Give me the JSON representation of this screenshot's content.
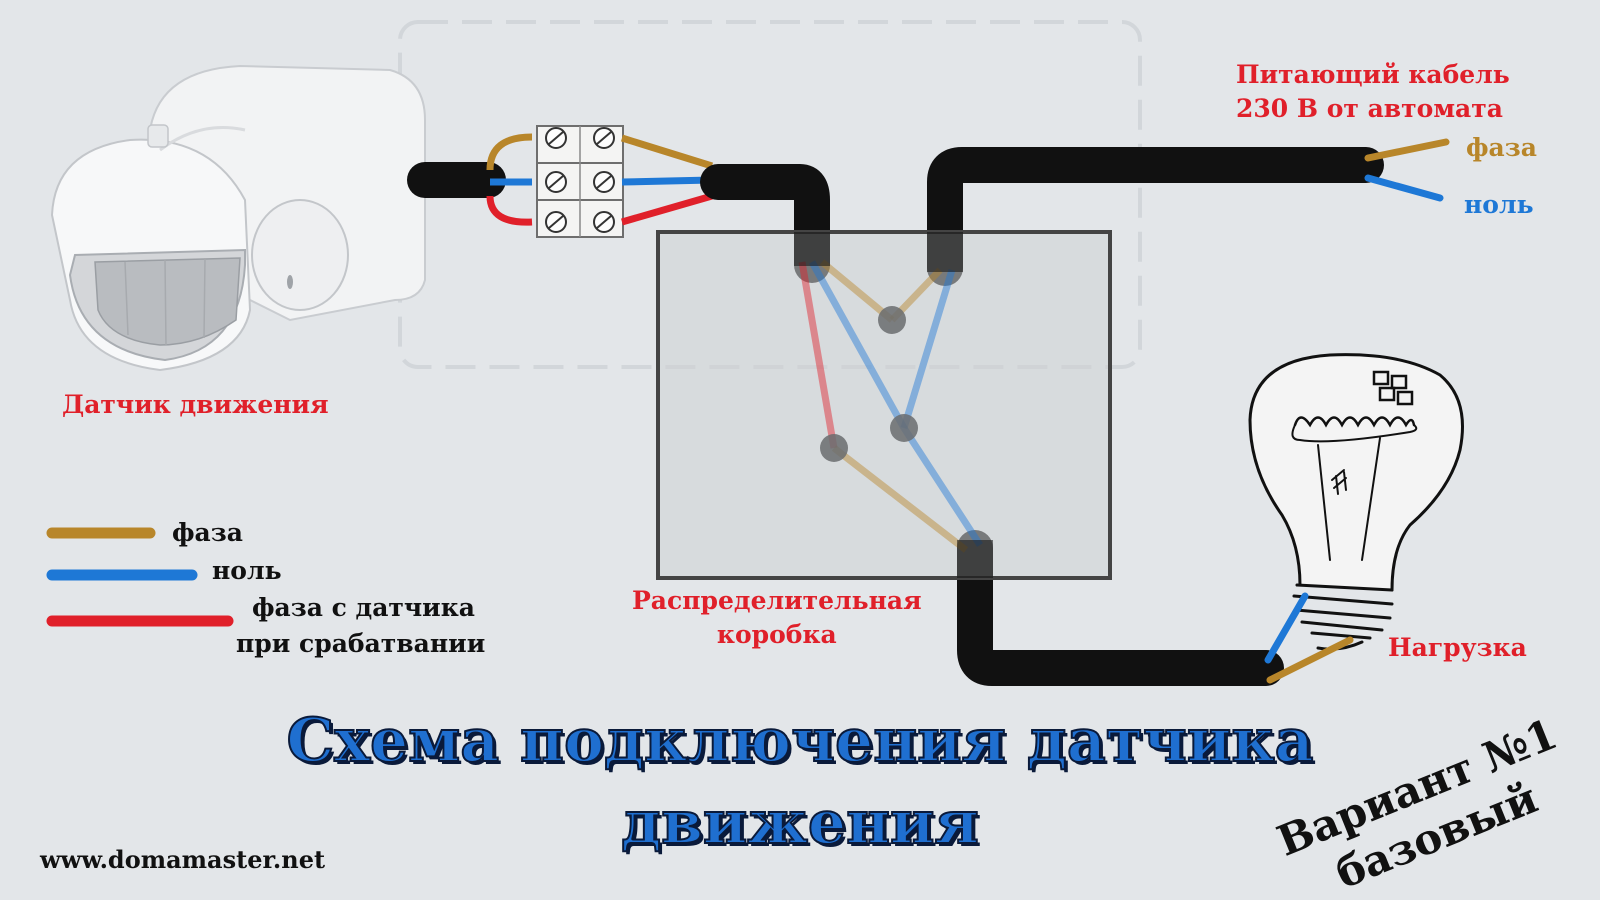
{
  "labels": {
    "sensor": "Датчик движения",
    "feed_line1": "Питающий кабель",
    "feed_line2": "230 В от автомата",
    "feed_phase": "фаза",
    "feed_neutral": "ноль",
    "junction_box_line1": "Распределительная",
    "junction_box_line2": "коробка",
    "load": "Нагрузка"
  },
  "legend": {
    "phase": "фаза",
    "neutral": "ноль",
    "sensor_phase_line1": "фаза с датчика",
    "sensor_phase_line2": "при срабатвании"
  },
  "title": {
    "line1": "Схема подключения датчика",
    "line2": "движения"
  },
  "variant": {
    "line1": "Вариант №1",
    "line2": "базовый"
  },
  "website": "www.domamaster.net",
  "colors": {
    "phase": "#b8862a",
    "neutral": "#1e78d6",
    "sensor_phase": "#e0202a",
    "cable": "#111111",
    "label_red": "#e0202a",
    "title_blue": "#1f6fd0"
  }
}
